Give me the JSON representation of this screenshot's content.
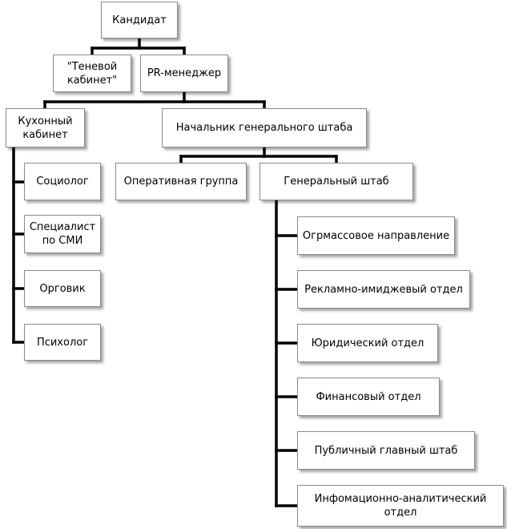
{
  "diagram": {
    "line_color": "#000000",
    "box_border_color": "#8a8a8a",
    "nodes": {
      "candidate": "Кандидат",
      "shadow_cabinet": "\"Теневой кабинет\"",
      "pr_manager": "PR-менеджер",
      "kitchen_cabinet": "Кухонный кабинет",
      "chief_of_staff": "Начальник генерального штаба",
      "operative_group": "Оперативная группа",
      "general_staff": "Генеральный штаб",
      "sociologist": "Социолог",
      "media_specialist": "Специалист по СМИ",
      "organizer": "Орговик",
      "psychologist": "Психолог",
      "mass_organization": "Огрмассовое направление",
      "advertising_image": "Рекламно-имиджевый отдел",
      "legal": "Юридический отдел",
      "finance": "Финансовый отдел",
      "public_hq": "Публичный главный штаб",
      "information_analytics": "Инфомационно-аналитический отдел"
    }
  }
}
